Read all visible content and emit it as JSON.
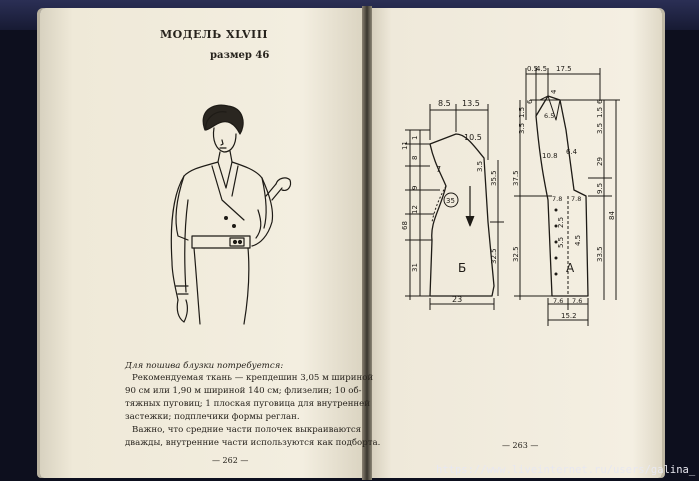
{
  "left_page": {
    "title": "МОДЕЛЬ XLVIII",
    "size": "размер 46",
    "text_heading": "Для пошива блузки потребуется:",
    "text_lines": [
      "Рекомендуемая ткань — крепдешин 3,05 м шириной",
      "90 см или 1,90 м шириной 140 см; флизелин; 10 об-",
      "тяжных пуговиц; 1 плоская пуговица для внутренней",
      "застежки; подплечики формы реглан.",
      "Важно, что средние части полочек выкраиваются",
      "дважды, внутренние части используются как подборта."
    ],
    "page_number": "— 262 —"
  },
  "right_page": {
    "page_number": "— 263 —",
    "back_labels": {
      "top_widths": [
        "8.5",
        "13.5"
      ],
      "shoulder": "10.5",
      "mid": "7",
      "circle": "35",
      "left_dims": [
        "1",
        "8",
        "11",
        "9",
        "12",
        "68",
        "31"
      ],
      "right_dims": [
        "3.5",
        "35.5",
        "32.5"
      ],
      "letter": "Б",
      "bottom": "23"
    },
    "front_labels": {
      "top_widths": [
        "0.5",
        "4.5",
        "17.5"
      ],
      "top_dims": [
        "6",
        "4",
        "6"
      ],
      "left_top": [
        "1.5",
        "3.5"
      ],
      "right_top": [
        "1.5",
        "3.5"
      ],
      "inner": [
        "10.8",
        "6.4",
        "7.8",
        "7.8",
        "2.5",
        "5.5",
        "4.5"
      ],
      "left_dims": [
        "37.5",
        "32.5"
      ],
      "right_dims": [
        "29",
        "9.5",
        "84",
        "33.5"
      ],
      "letter": "А",
      "bottom": [
        "7.6",
        "7.6",
        "15.2"
      ],
      "top_small": "6.5"
    }
  },
  "watermark": "https://www.liveinternet.ru/users/galina_"
}
